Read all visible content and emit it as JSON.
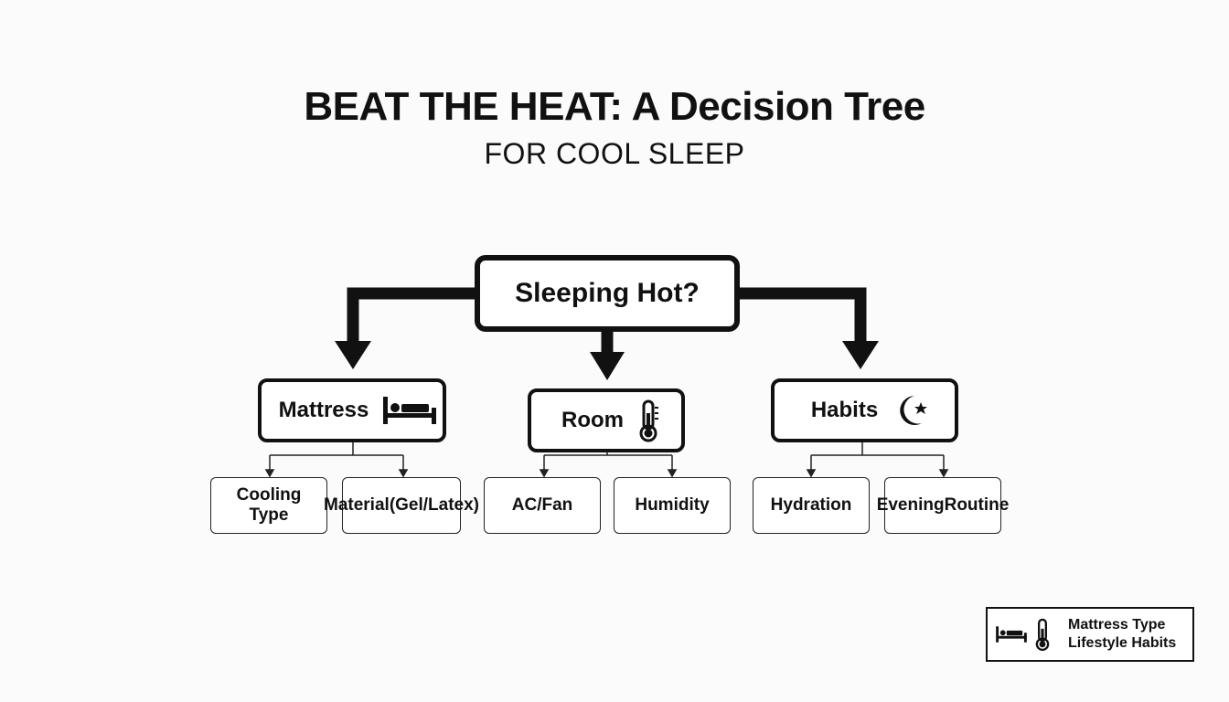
{
  "title": "BEAT THE HEAT: A Decision Tree",
  "subtitle": "FOR COOL SLEEP",
  "root": {
    "label": "Sleeping Hot?"
  },
  "categories": [
    {
      "label": "Mattress",
      "icon": "bed-icon"
    },
    {
      "label": "Room",
      "icon": "thermometer-icon"
    },
    {
      "label": "Habits",
      "icon": "moon-star-icon"
    }
  ],
  "leaves": {
    "mattress": [
      "Cooling Type",
      "Material (Gel/Latex)"
    ],
    "room": [
      "AC/Fan",
      "Humidity"
    ],
    "habits": [
      "Hydration",
      "Evening Routine"
    ]
  },
  "leaf_lines": {
    "material": [
      "Material",
      "(Gel/Latex)"
    ],
    "evening": [
      "Evening",
      "Routine"
    ]
  },
  "legend": {
    "icons": [
      "bed-icon",
      "thermometer-icon"
    ],
    "items": [
      "Mattress Type",
      "Lifestyle Habits"
    ]
  }
}
